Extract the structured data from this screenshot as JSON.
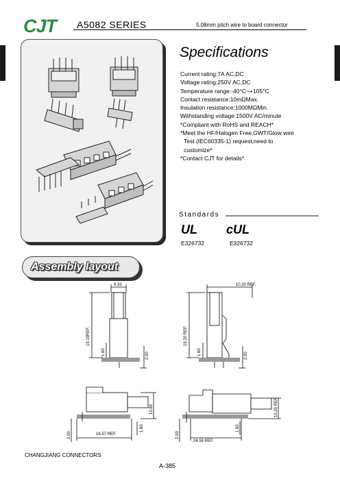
{
  "header": {
    "logo": "CJT",
    "series": "A5082 SERIES",
    "subtitle": "5.08mm pitch wire to board connector"
  },
  "specifications": {
    "title": "Specifications",
    "items": [
      "Current rating:7A AC,DC",
      "Voltage rating:250V AC,DC",
      "Temperature range:-40°C~+105°C",
      "Contact resistance:10mΩMax.",
      "Insulation resistance:1000MΩMin.",
      "Withstanding voltage:1500V AC/minute",
      "*Compliant with RoHS and REACH*",
      "*Meet the HF/Halogen Free,GWT/Glow wire",
      "Test (IEC60335-1) request,need to",
      "customize*",
      "*Contact CJT for details*"
    ]
  },
  "standards": {
    "label": "Standards",
    "certs": [
      {
        "mark": "UL",
        "number": "E326732"
      },
      {
        "mark": "cUL",
        "number": "E326732"
      }
    ]
  },
  "assembly": {
    "title": "Assembly layout",
    "dims": {
      "d1_width": "9.33",
      "d1_height": "19.19REF.",
      "d1_pin": "1.60",
      "d1_tail": "2.00",
      "d2_width": "10.20 REF.",
      "d2_height": "19.20 REF.",
      "d2_pin": "1.60",
      "d2_tail": "2.00",
      "d3_height": "10.80",
      "d3_left": "2.00",
      "d3_length": "16.57 REF.",
      "d3_pin": "1.60",
      "d4_left": "2.00",
      "d4_length": "24.59 REF.",
      "d4_pin": "1.60",
      "d4_height": "10.20 REF."
    }
  },
  "footer": {
    "company": "CHANGJIANG CONNECTORS",
    "page": "A-385"
  }
}
